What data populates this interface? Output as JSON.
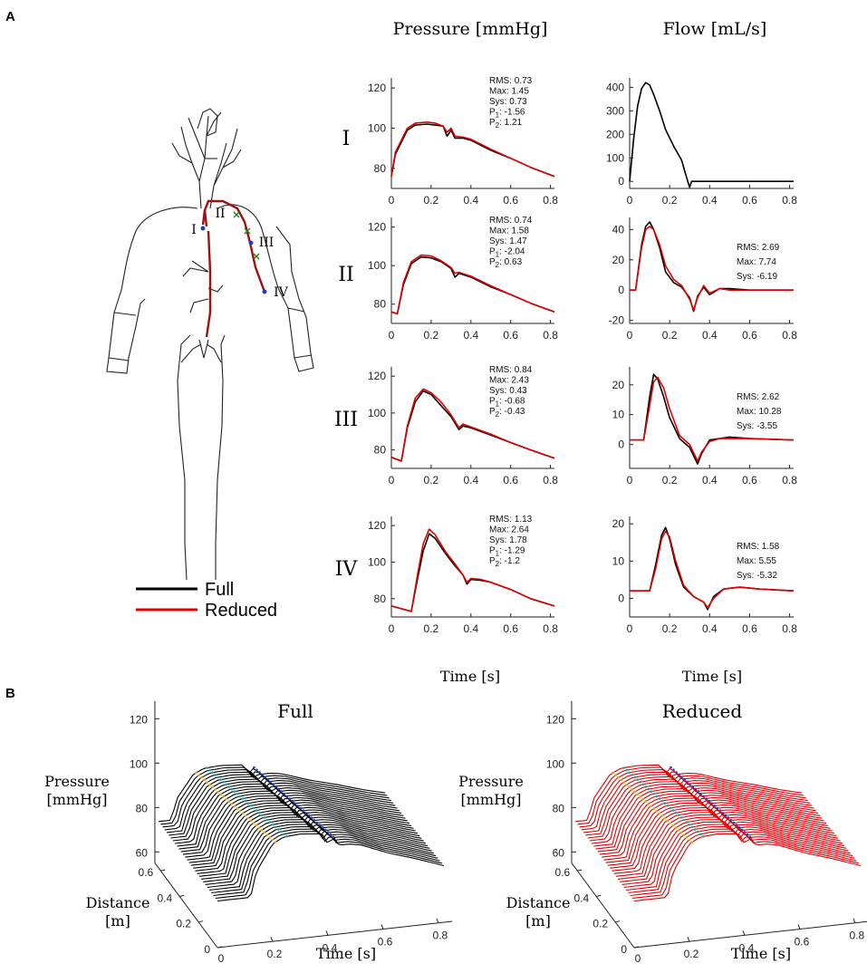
{
  "panel_labels": {
    "a": "A",
    "b": "B"
  },
  "column_titles": {
    "pressure": "Pressure [mmHg]",
    "flow": "Flow [mL/s]"
  },
  "time_label": "Time [s]",
  "row_labels": [
    "I",
    "II",
    "III",
    "IV"
  ],
  "legend": {
    "full": "Full",
    "reduced": "Reduced"
  },
  "colors": {
    "full": "#000000",
    "reduced": "#e00000",
    "artery": "#a01010",
    "marker_blue": "#2040c0",
    "marker_green": "#208020",
    "marker_orange": "#e0a020",
    "marker_teal": "#20a0a0"
  },
  "panel_b": {
    "full_title": "Full",
    "reduced_title": "Reduced",
    "pressure_label_1": "Pressure",
    "pressure_label_2": "[mmHg]",
    "distance_label_1": "Distance",
    "distance_label_2": "[m]",
    "time_label": "Time [s]",
    "z_ticks": [
      "120",
      "100",
      "80",
      "60"
    ],
    "d_ticks": [
      "0.6",
      "0.4",
      "0.2",
      "0"
    ],
    "t_ticks": [
      "0.2",
      "0.4",
      "0.6",
      "0.8"
    ],
    "t_tick_zero": "0"
  },
  "chart_data": [
    {
      "id": "pressure-I",
      "type": "line",
      "xlim": [
        0,
        0.82
      ],
      "ylim": [
        70,
        125
      ],
      "x_ticks": [
        "0",
        "0.2",
        "0.4",
        "0.6",
        "0.8"
      ],
      "y_ticks": [
        "120",
        "100",
        "80"
      ],
      "stats": [
        "RMS: 0.73",
        "Max: 1.45",
        "Sys: 0.73",
        "P1: -1.56",
        "P2: 1.21"
      ],
      "series": [
        {
          "name": "Full",
          "x": [
            0,
            0.02,
            0.05,
            0.08,
            0.12,
            0.18,
            0.22,
            0.26,
            0.28,
            0.3,
            0.32,
            0.36,
            0.4,
            0.5,
            0.6,
            0.7,
            0.82
          ],
          "y": [
            76,
            87,
            93,
            99,
            101.5,
            102,
            101.5,
            101,
            96,
            99,
            95,
            95,
            94,
            89,
            85,
            80.5,
            76
          ]
        },
        {
          "name": "Reduced",
          "x": [
            0,
            0.02,
            0.05,
            0.08,
            0.12,
            0.18,
            0.22,
            0.26,
            0.28,
            0.3,
            0.32,
            0.36,
            0.4,
            0.5,
            0.6,
            0.7,
            0.82
          ],
          "y": [
            76,
            88,
            94,
            100,
            102.5,
            103,
            102.5,
            101,
            98,
            100,
            96,
            95.5,
            94.5,
            89.5,
            85,
            80.5,
            76
          ]
        }
      ]
    },
    {
      "id": "flow-I",
      "type": "line",
      "xlim": [
        0,
        0.82
      ],
      "ylim": [
        -30,
        440
      ],
      "x_ticks": [
        "0",
        "0.2",
        "0.4",
        "0.6",
        "0.8"
      ],
      "y_ticks": [
        "400",
        "300",
        "200",
        "100",
        "0"
      ],
      "stats": [],
      "series": [
        {
          "name": "Full",
          "x": [
            0,
            0.02,
            0.04,
            0.06,
            0.08,
            0.1,
            0.12,
            0.15,
            0.18,
            0.22,
            0.26,
            0.28,
            0.3,
            0.31,
            0.4,
            0.6,
            0.82
          ],
          "y": [
            0,
            180,
            320,
            395,
            420,
            410,
            370,
            300,
            220,
            150,
            90,
            30,
            -25,
            0,
            0,
            0,
            0
          ]
        }
      ]
    },
    {
      "id": "pressure-II",
      "type": "line",
      "xlim": [
        0,
        0.82
      ],
      "ylim": [
        70,
        125
      ],
      "x_ticks": [
        "0",
        "0.2",
        "0.4",
        "0.6",
        "0.8"
      ],
      "y_ticks": [
        "120",
        "100",
        "80"
      ],
      "stats": [
        "RMS: 0.74",
        "Max: 1.58",
        "Sys: 1.47",
        "P1: -2.04",
        "P2: 0.63"
      ],
      "series": [
        {
          "name": "Full",
          "x": [
            0,
            0.03,
            0.06,
            0.1,
            0.15,
            0.2,
            0.25,
            0.3,
            0.32,
            0.34,
            0.4,
            0.5,
            0.6,
            0.7,
            0.82
          ],
          "y": [
            76,
            75,
            90,
            101,
            104.5,
            104,
            102,
            98.5,
            94,
            96,
            94,
            89,
            85,
            80.5,
            76
          ]
        },
        {
          "name": "Reduced",
          "x": [
            0,
            0.03,
            0.06,
            0.1,
            0.15,
            0.2,
            0.25,
            0.3,
            0.32,
            0.34,
            0.4,
            0.5,
            0.6,
            0.7,
            0.82
          ],
          "y": [
            76,
            75,
            91,
            102,
            105.5,
            105,
            102.5,
            99,
            96,
            96.5,
            94.5,
            89.5,
            85,
            80.5,
            76
          ]
        }
      ]
    },
    {
      "id": "flow-II",
      "type": "line",
      "xlim": [
        0,
        0.82
      ],
      "ylim": [
        -22,
        48
      ],
      "x_ticks": [
        "0",
        "0.2",
        "0.4",
        "0.6",
        "0.8"
      ],
      "y_ticks": [
        "40",
        "20",
        "0",
        "-20"
      ],
      "stats": [
        "RMS: 2.69",
        "Max: 7.74",
        "Sys: -6.19"
      ],
      "series": [
        {
          "name": "Full",
          "x": [
            0,
            0.03,
            0.06,
            0.08,
            0.1,
            0.12,
            0.15,
            0.18,
            0.22,
            0.26,
            0.3,
            0.32,
            0.34,
            0.37,
            0.4,
            0.45,
            0.5,
            0.6,
            0.82
          ],
          "y": [
            0,
            0,
            30,
            42,
            45,
            40,
            28,
            12,
            5,
            2,
            -5,
            -14,
            -4,
            2,
            -3,
            1,
            1,
            0,
            0
          ]
        },
        {
          "name": "Reduced",
          "x": [
            0,
            0.03,
            0.06,
            0.08,
            0.1,
            0.12,
            0.15,
            0.18,
            0.22,
            0.26,
            0.3,
            0.32,
            0.34,
            0.37,
            0.4,
            0.45,
            0.5,
            0.6,
            0.82
          ],
          "y": [
            0,
            0,
            28,
            40,
            42,
            40,
            30,
            16,
            7,
            3,
            -6,
            -13,
            -5,
            3,
            -2,
            1,
            0,
            0,
            0
          ]
        }
      ]
    },
    {
      "id": "pressure-III",
      "type": "line",
      "xlim": [
        0,
        0.82
      ],
      "ylim": [
        70,
        125
      ],
      "x_ticks": [
        "0",
        "0.2",
        "0.4",
        "0.6",
        "0.8"
      ],
      "y_ticks": [
        "120",
        "100",
        "80"
      ],
      "stats": [
        "RMS: 0.84",
        "Max: 2.43",
        "Sys: 0.43",
        "P1: -0.68",
        "P2: -0.43"
      ],
      "series": [
        {
          "name": "Full",
          "x": [
            0,
            0.05,
            0.08,
            0.12,
            0.16,
            0.2,
            0.25,
            0.3,
            0.34,
            0.36,
            0.4,
            0.5,
            0.6,
            0.7,
            0.82
          ],
          "y": [
            76,
            74,
            92,
            106,
            112,
            110,
            104,
            98,
            91,
            93,
            92,
            88,
            84,
            80,
            75.5
          ]
        },
        {
          "name": "Reduced",
          "x": [
            0,
            0.05,
            0.08,
            0.12,
            0.16,
            0.2,
            0.25,
            0.3,
            0.34,
            0.36,
            0.4,
            0.5,
            0.6,
            0.7,
            0.82
          ],
          "y": [
            76,
            74,
            93,
            108,
            113,
            111,
            106,
            99,
            92,
            94,
            92.5,
            88.5,
            84,
            80,
            75.5
          ]
        }
      ]
    },
    {
      "id": "flow-III",
      "type": "line",
      "xlim": [
        0,
        0.82
      ],
      "ylim": [
        -8,
        26
      ],
      "x_ticks": [
        "0",
        "0.2",
        "0.4",
        "0.6",
        "0.8"
      ],
      "y_ticks": [
        "20",
        "10",
        "0"
      ],
      "stats": [
        "RMS: 2.62",
        "Max: 10.28",
        "Sys: -3.55"
      ],
      "series": [
        {
          "name": "Full",
          "x": [
            0,
            0.07,
            0.1,
            0.12,
            0.14,
            0.17,
            0.2,
            0.25,
            0.3,
            0.34,
            0.36,
            0.4,
            0.45,
            0.5,
            0.6,
            0.82
          ],
          "y": [
            1.5,
            1.5,
            16,
            23.5,
            22,
            16,
            9,
            2,
            -1,
            -6.5,
            -3,
            1.5,
            2,
            2.5,
            2,
            1.5
          ]
        },
        {
          "name": "Reduced",
          "x": [
            0,
            0.07,
            0.1,
            0.12,
            0.14,
            0.17,
            0.2,
            0.25,
            0.3,
            0.34,
            0.36,
            0.4,
            0.45,
            0.5,
            0.6,
            0.82
          ],
          "y": [
            1.5,
            1.5,
            13,
            21,
            22.5,
            19,
            12,
            3,
            0,
            -5.5,
            -2.5,
            1,
            2,
            2,
            2,
            1.5
          ]
        }
      ]
    },
    {
      "id": "pressure-IV",
      "type": "line",
      "xlim": [
        0,
        0.82
      ],
      "ylim": [
        70,
        125
      ],
      "x_ticks": [
        "0",
        "0.2",
        "0.4",
        "0.6",
        "0.8"
      ],
      "y_ticks": [
        "120",
        "100",
        "80"
      ],
      "stats": [
        "RMS: 1.13",
        "Max: 2.64",
        "Sys: 1.78",
        "P1: -1.29",
        "P2: -1.2"
      ],
      "series": [
        {
          "name": "Full",
          "x": [
            0,
            0.1,
            0.13,
            0.16,
            0.19,
            0.22,
            0.27,
            0.32,
            0.36,
            0.38,
            0.4,
            0.45,
            0.5,
            0.6,
            0.7,
            0.82
          ],
          "y": [
            76,
            73,
            90,
            106,
            115.5,
            113,
            105,
            98,
            93,
            88,
            90.5,
            90,
            89,
            85,
            80,
            76
          ]
        },
        {
          "name": "Reduced",
          "x": [
            0,
            0.1,
            0.13,
            0.16,
            0.19,
            0.22,
            0.27,
            0.32,
            0.36,
            0.38,
            0.4,
            0.45,
            0.5,
            0.6,
            0.7,
            0.82
          ],
          "y": [
            76,
            73,
            92,
            110,
            118,
            115,
            106,
            99,
            93,
            89,
            91,
            90.5,
            89,
            85,
            80,
            76
          ]
        }
      ]
    },
    {
      "id": "flow-IV",
      "type": "line",
      "xlim": [
        0,
        0.82
      ],
      "ylim": [
        -5,
        22
      ],
      "x_ticks": [
        "0",
        "0.2",
        "0.4",
        "0.6",
        "0.8"
      ],
      "y_ticks": [
        "20",
        "10",
        "0"
      ],
      "stats": [
        "RMS: 1.58",
        "Max: 5.55",
        "Sys: -5.32"
      ],
      "series": [
        {
          "name": "Full",
          "x": [
            0,
            0.1,
            0.13,
            0.16,
            0.18,
            0.2,
            0.23,
            0.27,
            0.32,
            0.37,
            0.39,
            0.42,
            0.47,
            0.55,
            0.65,
            0.82
          ],
          "y": [
            2,
            2,
            9,
            17,
            19,
            16,
            9,
            3,
            0.5,
            -1,
            -3,
            0.5,
            2.5,
            3,
            2.5,
            2
          ]
        },
        {
          "name": "Reduced",
          "x": [
            0,
            0.1,
            0.13,
            0.16,
            0.18,
            0.2,
            0.23,
            0.27,
            0.32,
            0.37,
            0.39,
            0.42,
            0.47,
            0.55,
            0.65,
            0.82
          ],
          "y": [
            2,
            2,
            8,
            16,
            18,
            16.5,
            10,
            3.5,
            0.5,
            -1,
            -2.5,
            0,
            2.5,
            3,
            2.5,
            2
          ]
        }
      ]
    }
  ]
}
